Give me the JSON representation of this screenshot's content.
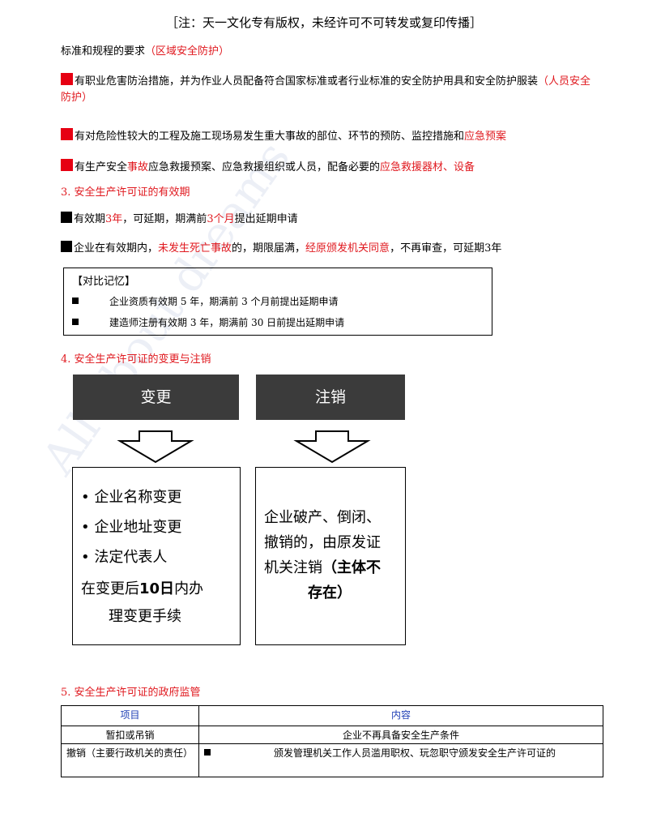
{
  "header": "［注：天一文化专有版权，未经许可不可转发或复印传播］",
  "intro": {
    "text": "标准和规程的要求",
    "red": "（区域安全防护）"
  },
  "items_red": [
    {
      "parts": [
        [
          "有职业危害防治措施，并为作业人员配备符合国家标准或者行业标准的安全防护用具和安全防护服装",
          false
        ],
        [
          "（人员安全防护）",
          true
        ]
      ]
    },
    {
      "parts": [
        [
          "有对危险性较大的工程及施工现场易发生重大事故的部位、环节的预防、监控措施和",
          false
        ],
        [
          "应急预案",
          true
        ]
      ]
    },
    {
      "parts": [
        [
          "有生产安全",
          false
        ],
        [
          "事故",
          true
        ],
        [
          "应急救援预案、应急救援组织或人员，配备必要的",
          false
        ],
        [
          "应急救援器材、设备",
          true
        ]
      ]
    }
  ],
  "section3": "3.  安全生产许可证的有效期",
  "items_black": [
    {
      "parts": [
        [
          "有效期",
          false
        ],
        [
          "3年",
          true
        ],
        [
          "，可延期，期满前",
          false
        ],
        [
          "3个月",
          true
        ],
        [
          "提出延期申请",
          false
        ]
      ]
    },
    {
      "parts": [
        [
          "企业在有效期内，",
          false
        ],
        [
          "未发生死亡事故",
          true
        ],
        [
          "的，期限届满，",
          false
        ],
        [
          "经原颁发机关同意",
          true
        ],
        [
          "，不再审查，可延期3年",
          false
        ]
      ]
    }
  ],
  "memo": {
    "title": "【对比记忆】",
    "rows": [
      "企业资质有效期 5 年，期满前 3 个月前提出延期申请",
      "建造师注册有效期 3 年，期满前 30 日前提出延期申请"
    ]
  },
  "section4": "4.  安全生产许可证的变更与注销",
  "change": {
    "title": "变更",
    "items": [
      "企业名称变更",
      "企业地址变更",
      "法定代表人"
    ],
    "note_pre": "在变更后",
    "note_bold": "10日",
    "note_post": "内办",
    "note_line2": "理变更手续"
  },
  "cancel": {
    "title": "注销",
    "line1": "企业破产、倒闭、",
    "line2": "撤销的，由原发证",
    "line3_pre": "机关注销",
    "line3_bold": "（主体不",
    "line4_bold": "存在）"
  },
  "section5": "5. 安全生产许可证的政府监管",
  "table": {
    "headers": [
      "项目",
      "内容"
    ],
    "rows": [
      [
        "暂扣或吊销",
        "企业不再具备安全生产条件"
      ],
      [
        "撤销（主要行政机关的责任）",
        "颁发管理机关工作人员滥用职权、玩忽职守颁发安全生产许可证的"
      ]
    ]
  },
  "watermark": "All about dreams",
  "colors": {
    "red": "#e0191f",
    "heading_blue": "#1f3fb5",
    "dark_box": "#3b3b3b"
  }
}
